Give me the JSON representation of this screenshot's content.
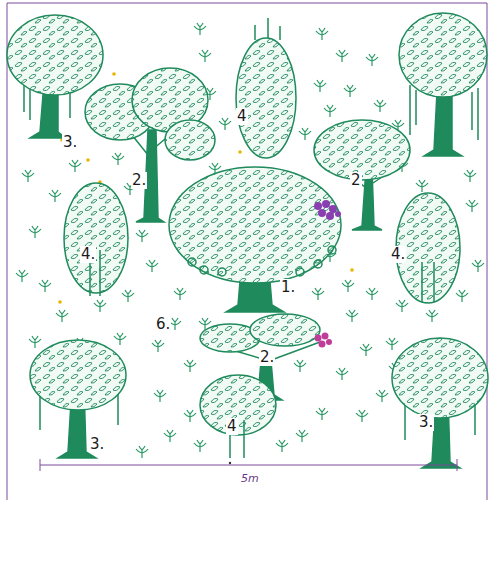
{
  "diagram": {
    "labels": [
      "4",
      "3.",
      "2.",
      "2",
      "4.",
      "4.",
      "1.",
      "6.",
      "2.",
      "3.",
      "4",
      "3.",
      "5m"
    ]
  }
}
